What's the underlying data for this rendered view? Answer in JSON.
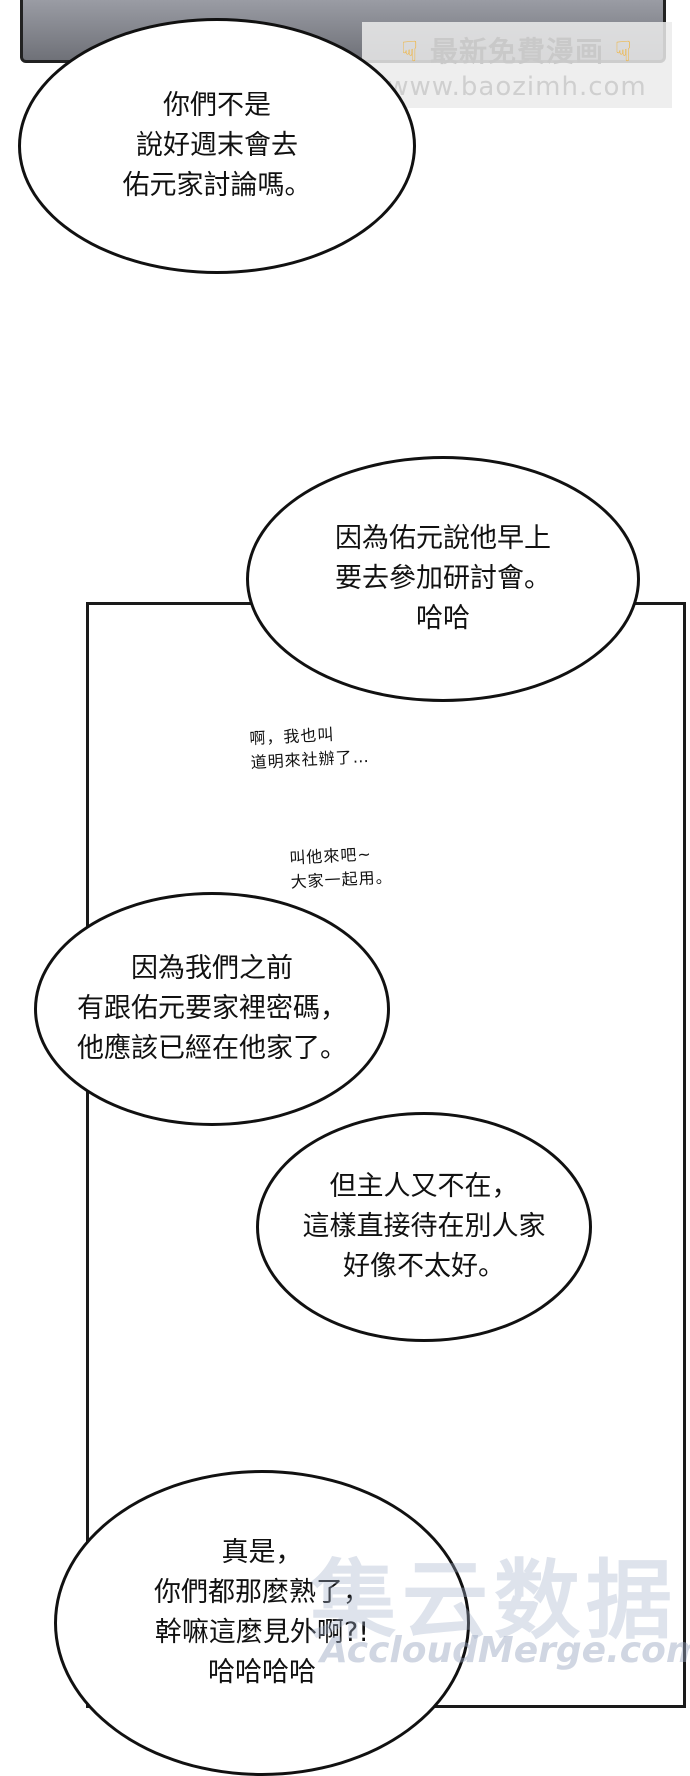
{
  "watermark_top": {
    "line1": "最新免費漫画",
    "line2": "www.baozimh.com",
    "icon": "pointing-hand-icon"
  },
  "bubbles": {
    "b1": "你們不是\n說好週末會去\n佑元家討論嗎。",
    "b2": "因為佑元說他早上\n要去參加研討會。\n哈哈",
    "b3": "因為我們之前\n有跟佑元要家裡密碼，\n他應該已經在他家了。",
    "b4": "但主人又不在，\n這樣直接待在別人家\n好像不太好。",
    "b5": "真是，\n你們都那麼熟了，\n幹嘛這麼見外啊?!\n哈哈哈哈"
  },
  "sfx": {
    "s1": "啊，我也叫\n道明來社辦了…",
    "s2": "叫他來吧~\n大家一起用。"
  },
  "watermark_bottom": {
    "big": "集云数据",
    "small": "AccloudMerge.com"
  }
}
